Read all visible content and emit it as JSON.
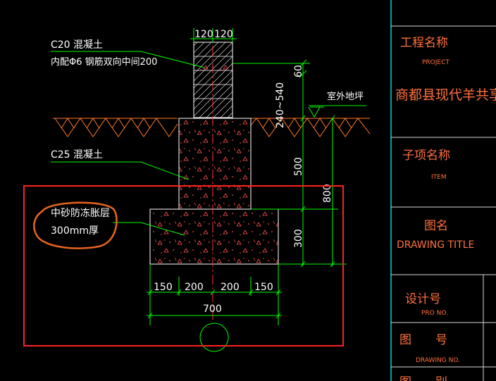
{
  "drawing": {
    "top_width_left": "120",
    "top_width_right": "120",
    "c20_label": "C20 混凝土",
    "c20_rebar_note": "内配Φ6 钢筋双向中间200",
    "height_range": "240~540",
    "dim_60": "60",
    "outdoor_ground": "室外地坪",
    "c25_label": "C25 混凝土",
    "dim_500": "500",
    "dim_800": "800",
    "dim_300": "300",
    "frost_layer_label": "中砂防冻胀层",
    "frost_layer_thickness": "300mm厚",
    "bottom_dims": [
      "150",
      "200",
      "200",
      "150"
    ],
    "total_width": "700"
  },
  "title_block": {
    "project_label_cn": "工程名称",
    "project_label_en": "PROJECT",
    "project_name": "商都县现代羊共享牧场",
    "item_label_cn": "子项名称",
    "item_label_en": "ITEM",
    "drawing_title_cn": "图名",
    "drawing_title_en": "DRAWING TITLE",
    "design_no_cn": "设计号",
    "design_no_en": "PRO NO.",
    "drawing_no_cn": "图　　号",
    "drawing_no_en": "DRAWING NO.",
    "bottom_row_cn": "图　　别"
  },
  "colors": {
    "background": "#000000",
    "cad_white": "#ffffff",
    "dimension_green": "#00ff00",
    "hatch_red": "#ff3a3a",
    "markup_red": "#ff2020",
    "markup_orange": "#e8641e",
    "title_text": "#ff6f3d",
    "border_cyan": "#00d8d8",
    "border_white": "#d8d8d8",
    "ground_orange": "#ff7a2a",
    "centerline": "#ff3030"
  }
}
